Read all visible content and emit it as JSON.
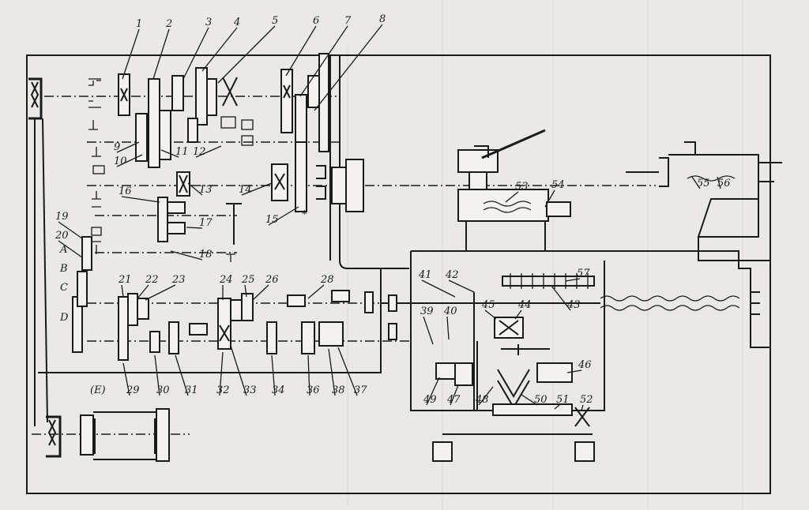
{
  "diagram": {
    "number_labels": [
      "1",
      "2",
      "3",
      "4",
      "5",
      "6",
      "7",
      "8",
      "9",
      "10",
      "11",
      "12",
      "13",
      "14",
      "15",
      "16",
      "17",
      "18",
      "19",
      "20",
      "21",
      "22",
      "23",
      "24",
      "25",
      "26",
      "28",
      "29",
      "30",
      "31",
      "32",
      "33",
      "34",
      "36",
      "37",
      "38",
      "39",
      "40",
      "41",
      "42",
      "43",
      "44",
      "45",
      "46",
      "47",
      "48",
      "49",
      "50",
      "51",
      "52",
      "53",
      "54",
      "55",
      "56",
      "57"
    ],
    "letter_labels": [
      "A",
      "B",
      "C",
      "D",
      "(E)"
    ],
    "marker": "*"
  }
}
